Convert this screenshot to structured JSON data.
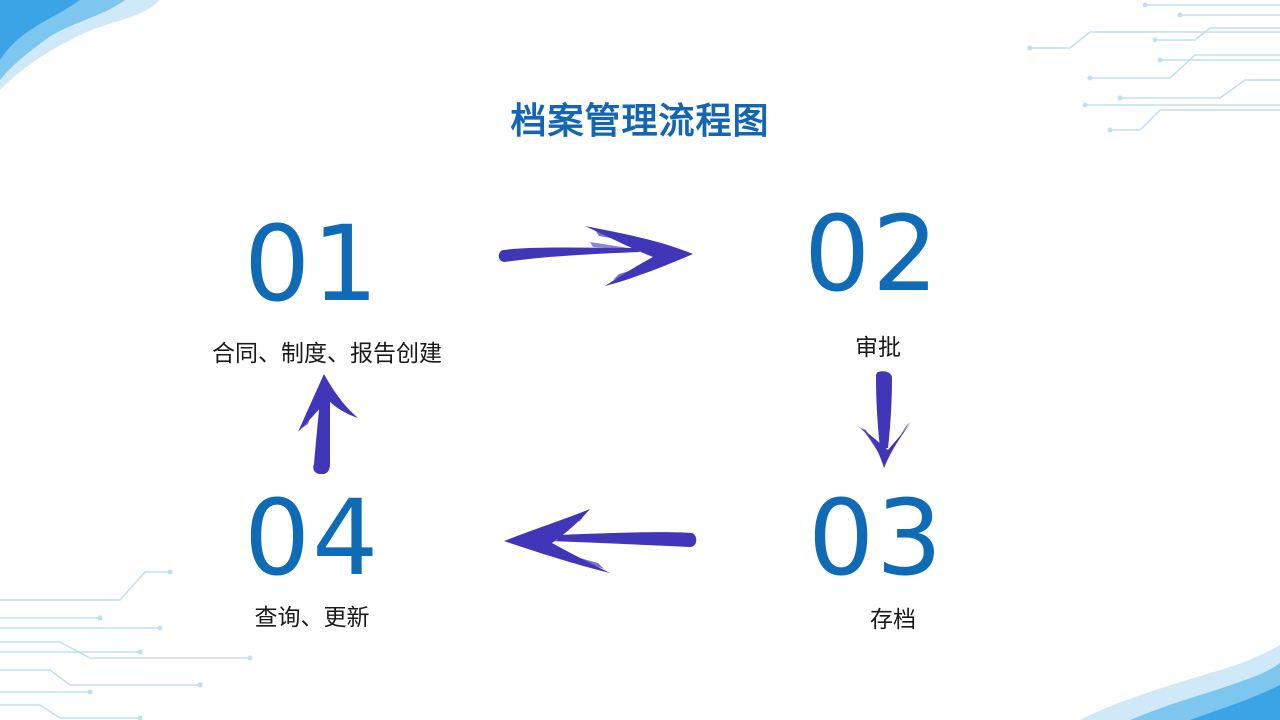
{
  "diagram": {
    "title": "档案管理流程图",
    "steps": [
      {
        "number": "01",
        "label": "合同、制度、报告创建"
      },
      {
        "number": "02",
        "label": "审批"
      },
      {
        "number": "03",
        "label": "存档"
      },
      {
        "number": "04",
        "label": "查询、更新"
      }
    ],
    "flow": [
      "01 → 02",
      "02 → 03",
      "03 → 04",
      "04 → 01"
    ]
  },
  "colors": {
    "title": "#1466b4",
    "number": "#0f6bb5",
    "arrow": "#4236b8",
    "label": "#1a1a1a",
    "decor_light": "#cfe9f8",
    "decor_mid": "#7cc6ef",
    "decor_dark": "#3aa4e6"
  }
}
